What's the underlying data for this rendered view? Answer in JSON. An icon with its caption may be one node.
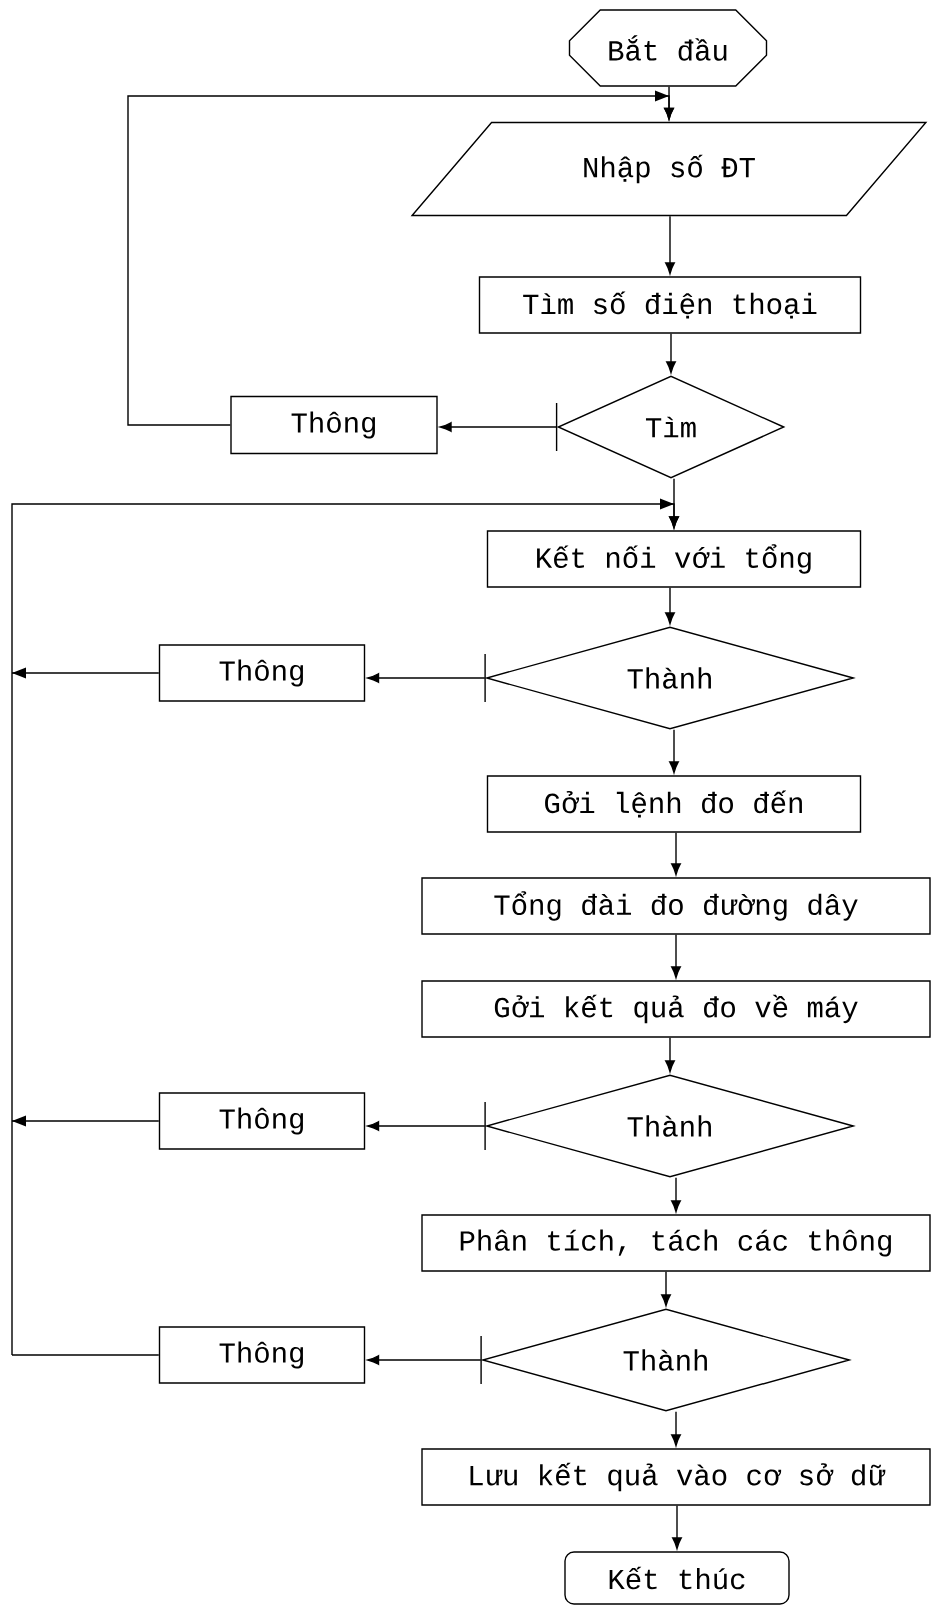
{
  "diagram": {
    "nodes": [
      {
        "text": [
          "Bắt đầu"
        ]
      },
      {
        "text": [
          "Nhập số ĐT"
        ]
      },
      {
        "text": [
          "Tìm số điện thoại"
        ]
      },
      {
        "text": [
          "Tìm"
        ]
      },
      {
        "text": [
          "Thông"
        ]
      },
      {
        "text": [
          "Kết nối với tổng"
        ]
      },
      {
        "text": [
          "Thành"
        ]
      },
      {
        "text": [
          "Thông"
        ]
      },
      {
        "text": [
          "Gởi lệnh đo đến"
        ]
      },
      {
        "text": [
          "Tổng đài đo đường dây"
        ]
      },
      {
        "text": [
          "Gởi kết quả đo về máy"
        ]
      },
      {
        "text": [
          "Thành"
        ]
      },
      {
        "text": [
          "Thông"
        ]
      },
      {
        "text": [
          "Phân tích, tách các thông"
        ]
      },
      {
        "text": [
          "Thành"
        ]
      },
      {
        "text": [
          "Thông"
        ]
      },
      {
        "text": [
          "Lưu kết quả vào cơ sở dữ"
        ]
      },
      {
        "text": [
          "Kết thúc"
        ]
      }
    ],
    "edges": [
      {
        "from": 0,
        "to": 1,
        "arrow": "to"
      },
      {
        "from": 1,
        "to": 2,
        "arrow": "to"
      },
      {
        "from": 2,
        "to": 3,
        "arrow": "to"
      },
      {
        "from": 3,
        "to": 4,
        "arrow": "to"
      },
      {
        "from": 4,
        "to": 1,
        "arrow": "to"
      },
      {
        "from": 3,
        "to": 5,
        "arrow": "to"
      },
      {
        "from": 5,
        "to": 6,
        "arrow": "to"
      },
      {
        "from": 6,
        "to": 7,
        "arrow": "to"
      },
      {
        "from": 7,
        "to": 5,
        "arrow": "to"
      },
      {
        "from": 6,
        "to": 8,
        "arrow": "to"
      },
      {
        "from": 8,
        "to": 9,
        "arrow": "to"
      },
      {
        "from": 9,
        "to": 10,
        "arrow": "to"
      },
      {
        "from": 10,
        "to": 11,
        "arrow": "to"
      },
      {
        "from": 11,
        "to": 12,
        "arrow": "to"
      },
      {
        "from": 12,
        "to": 5,
        "arrow": "to"
      },
      {
        "from": 11,
        "to": 13,
        "arrow": "to"
      },
      {
        "from": 13,
        "to": 14,
        "arrow": "to"
      },
      {
        "from": 14,
        "to": 15,
        "arrow": "to"
      },
      {
        "from": 15,
        "to": 5,
        "arrow": "to"
      },
      {
        "from": 14,
        "to": 16,
        "arrow": "to"
      },
      {
        "from": 16,
        "to": 17,
        "arrow": "to"
      }
    ]
  }
}
